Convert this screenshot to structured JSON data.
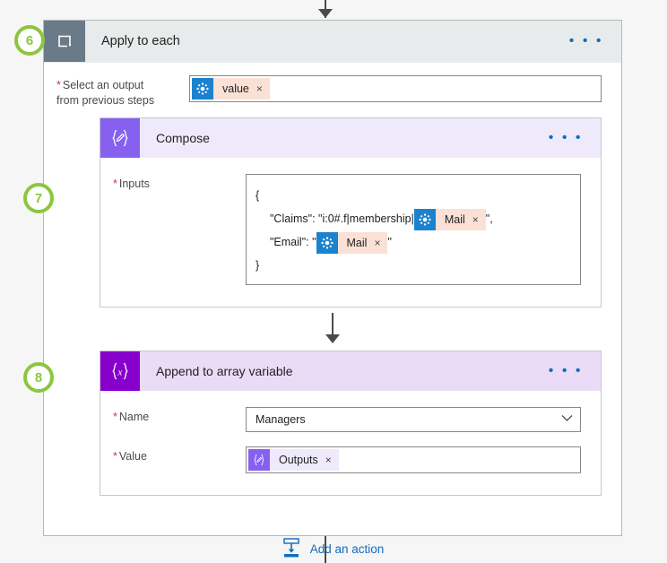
{
  "flow": {
    "scope": {
      "title": "Apply to each",
      "icon": "loop-icon",
      "menu": "• • •",
      "field": {
        "label_line1": "Select an output",
        "label_line2": "from previous steps",
        "required_marker": "*",
        "token": {
          "text": "value",
          "icon": "sharepoint-icon",
          "remove": "×"
        }
      }
    },
    "compose": {
      "title": "Compose",
      "icon": "{✐}",
      "icon_name": "compose-braces-pencil-icon",
      "menu": "• • •",
      "inputs_label": "Inputs",
      "required_marker": "*",
      "code": {
        "line_open": "{",
        "claims_key": "\"Claims\": \"i:0#.f|membership|",
        "claims_token": "Mail",
        "claims_tail": "\",",
        "email_key": "\"Email\": \"",
        "email_token": "Mail",
        "email_tail": "\"",
        "line_close": "}",
        "token_remove": "×",
        "token_icon": "sharepoint-icon"
      }
    },
    "append": {
      "title": "Append to array variable",
      "icon": "{x}",
      "icon_name": "variable-braces-x-icon",
      "menu": "• • •",
      "name_label": "Name",
      "name_value": "Managers",
      "name_chevron": "∨",
      "value_label": "Value",
      "required_marker": "*",
      "value_token": {
        "text": "Outputs",
        "icon": "compose-output-icon",
        "remove": "×"
      }
    },
    "add_action": {
      "label": "Add an action",
      "icon": "insert-action-icon"
    },
    "badges": {
      "six": "6",
      "seven": "7",
      "eight": "8"
    }
  },
  "colors": {
    "badge_green": "#8cc63f",
    "scope_header": "#e8ebec",
    "scope_icon": "#697a89",
    "compose_header": "#eeeafc",
    "compose_icon": "#8661f0",
    "append_header": "#eadcf7",
    "append_icon": "#8800cc",
    "token_peach": "#fbe0d6",
    "token_lavender": "#eeeafb",
    "link_blue": "#0f6cbd",
    "required_red": "#d13438"
  }
}
